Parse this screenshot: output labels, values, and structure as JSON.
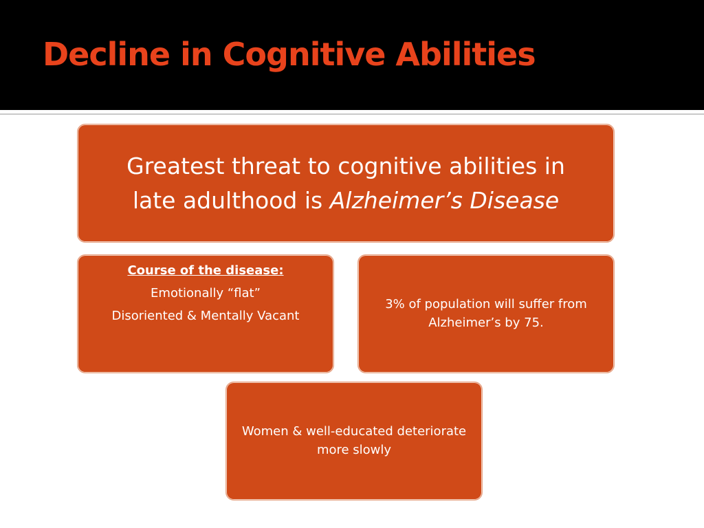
{
  "slide": {
    "title": "Decline in Cognitive Abilities",
    "colors": {
      "title": "#e8431c",
      "title_bar": "#000000",
      "box_fill": "#d04a18",
      "box_text": "#ffffff"
    }
  },
  "main_box": {
    "line1": "Greatest threat to cognitive abilities in",
    "line2_prefix": "late adulthood is ",
    "line2_emphasis": "Alzheimer’s Disease"
  },
  "course_box": {
    "heading": "Course of the disease:",
    "items": [
      "Emotionally “flat”",
      "Disoriented & Mentally Vacant"
    ]
  },
  "stat_box": {
    "text": "3% of population will suffer from Alzheimer’s by 75."
  },
  "women_box": {
    "text": "Women & well-educated deteriorate more slowly"
  }
}
